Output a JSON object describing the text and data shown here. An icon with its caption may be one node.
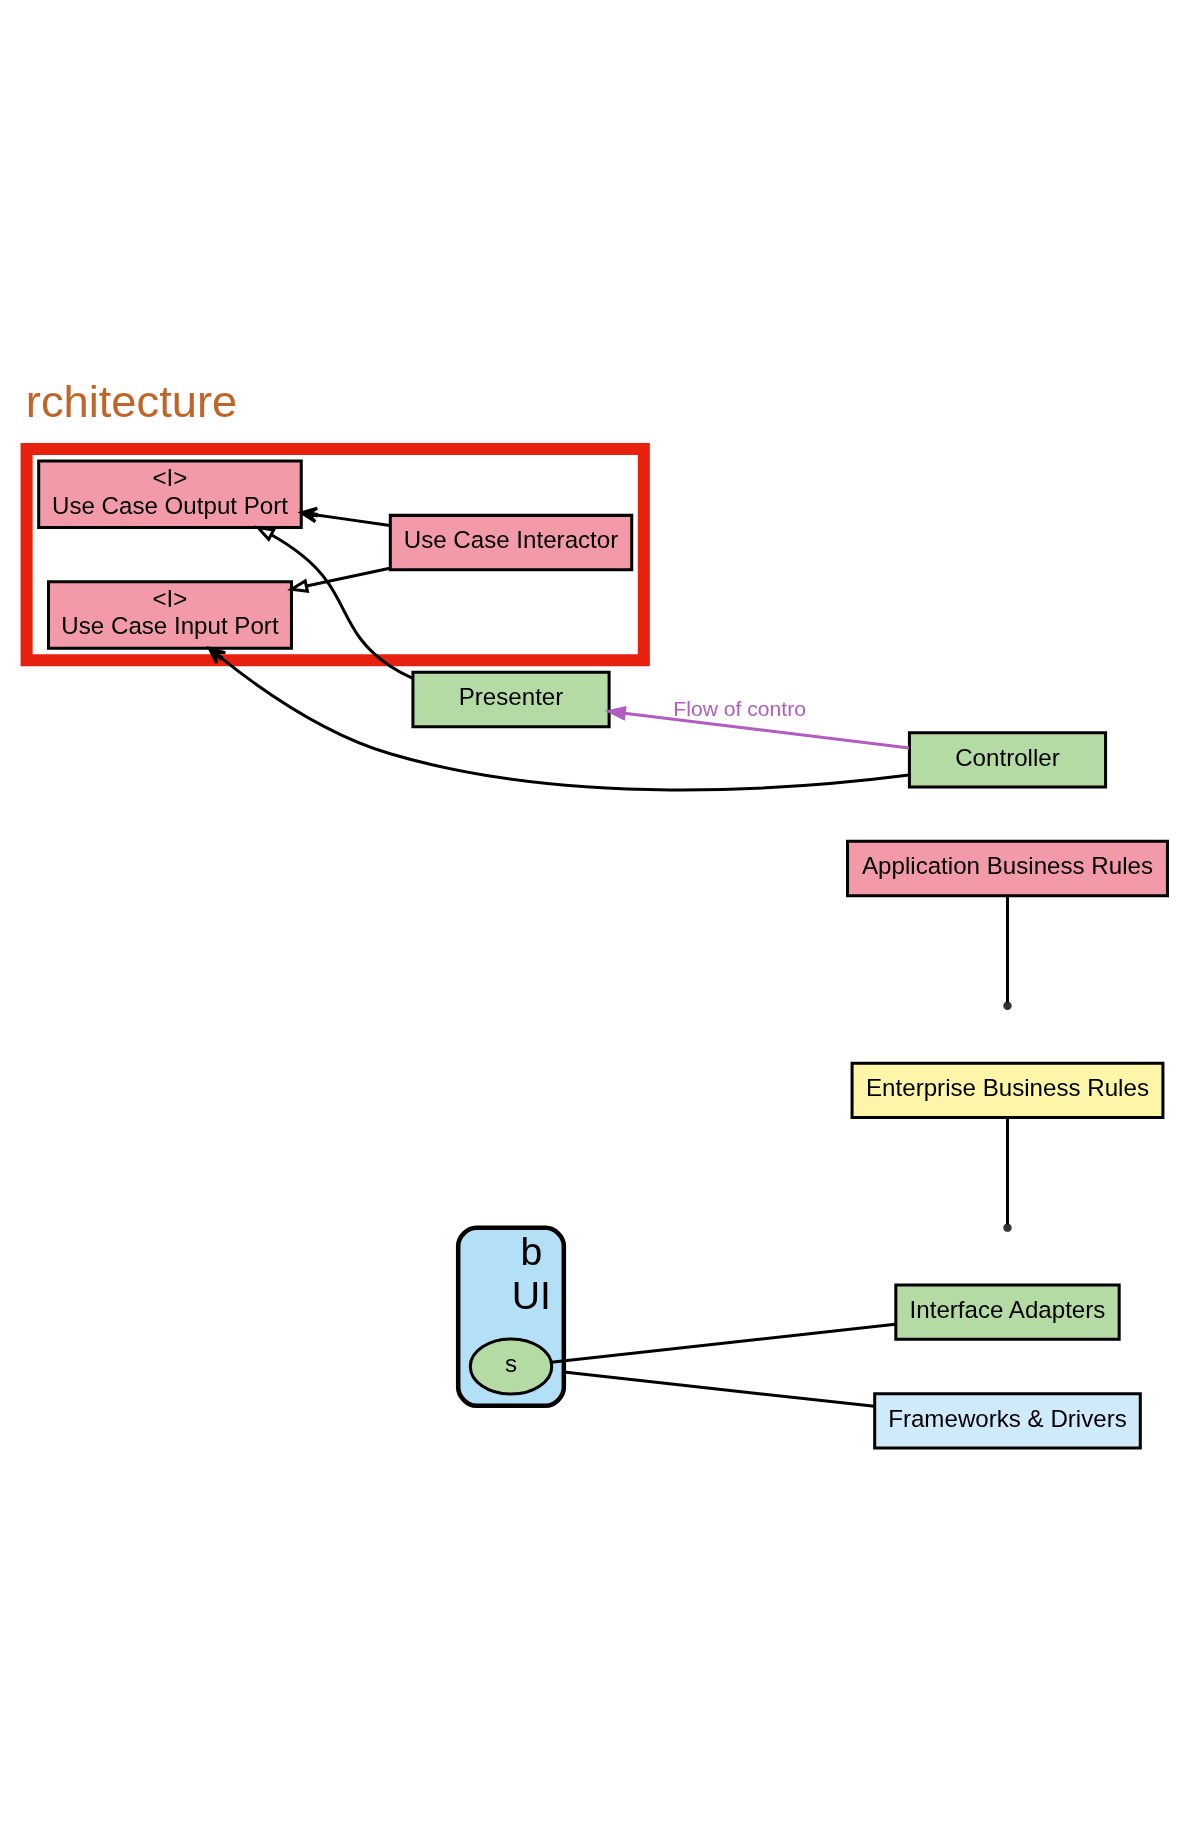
{
  "diagram": {
    "title": "rchitecture",
    "nodes": [
      {
        "text": [
          "b",
          "UI"
        ]
      },
      {
        "text": [
          "s"
        ],
        "in": 0
      },
      {
        "text": [
          "Enterprise Business Rules"
        ]
      },
      {
        "text": [
          "Application Business Rules"
        ]
      },
      {
        "text": [
          "Interface Adapters"
        ]
      },
      {
        "text": [
          "Frameworks & Drivers"
        ]
      },
      {
        "text": [
          "Presenter"
        ]
      },
      {
        "text": [],
        "shape": "box"
      },
      {
        "text": [
          "<I>",
          "Use Case Output Port"
        ],
        "in": 7
      },
      {
        "text": [
          "Use Case Interactor"
        ],
        "in": 7
      },
      {
        "text": [
          "<I>",
          "Use Case Input Port"
        ],
        "in": 7
      },
      {
        "text": [
          "Controller"
        ]
      }
    ],
    "edges": [
      {
        "from": 2,
        "to": null,
        "arrow": "none"
      },
      {
        "from": 3,
        "to": null,
        "arrow": "none"
      },
      {
        "from": 4,
        "to": 1,
        "arrow": "none"
      },
      {
        "from": 5,
        "to": 0,
        "arrow": "none"
      },
      {
        "from": 6,
        "to": 8,
        "arrow": "to"
      },
      {
        "from": 9,
        "to": 8,
        "arrow": "to"
      },
      {
        "from": 9,
        "to": 10,
        "arrow": "to"
      },
      {
        "from": 11,
        "to": 10,
        "arrow": "to"
      },
      {
        "from": 11,
        "to": 6,
        "arrow": "to",
        "label": "Flow of contro",
        "color": "#b05cc0"
      }
    ]
  }
}
